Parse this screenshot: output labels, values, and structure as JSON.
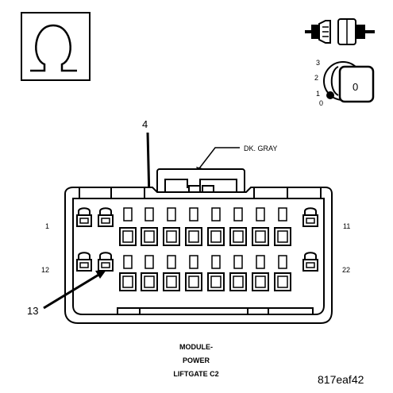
{
  "symbol": {
    "glyph": "Ω",
    "meaning": "ohmmeter-icon"
  },
  "ignition": {
    "positions": [
      "3",
      "2",
      "1",
      "0"
    ],
    "key_label": "0"
  },
  "connector": {
    "wire_color": "DK. GRAY",
    "callouts": {
      "top": "4",
      "bottom": "13"
    },
    "pin_labels": {
      "top_left": "1",
      "top_right": "11",
      "bottom_left": "12",
      "bottom_right": "22"
    },
    "caption": [
      "MODULE-",
      "POWER",
      "LIFTGATE C2"
    ]
  },
  "figure_code": "817eaf42"
}
